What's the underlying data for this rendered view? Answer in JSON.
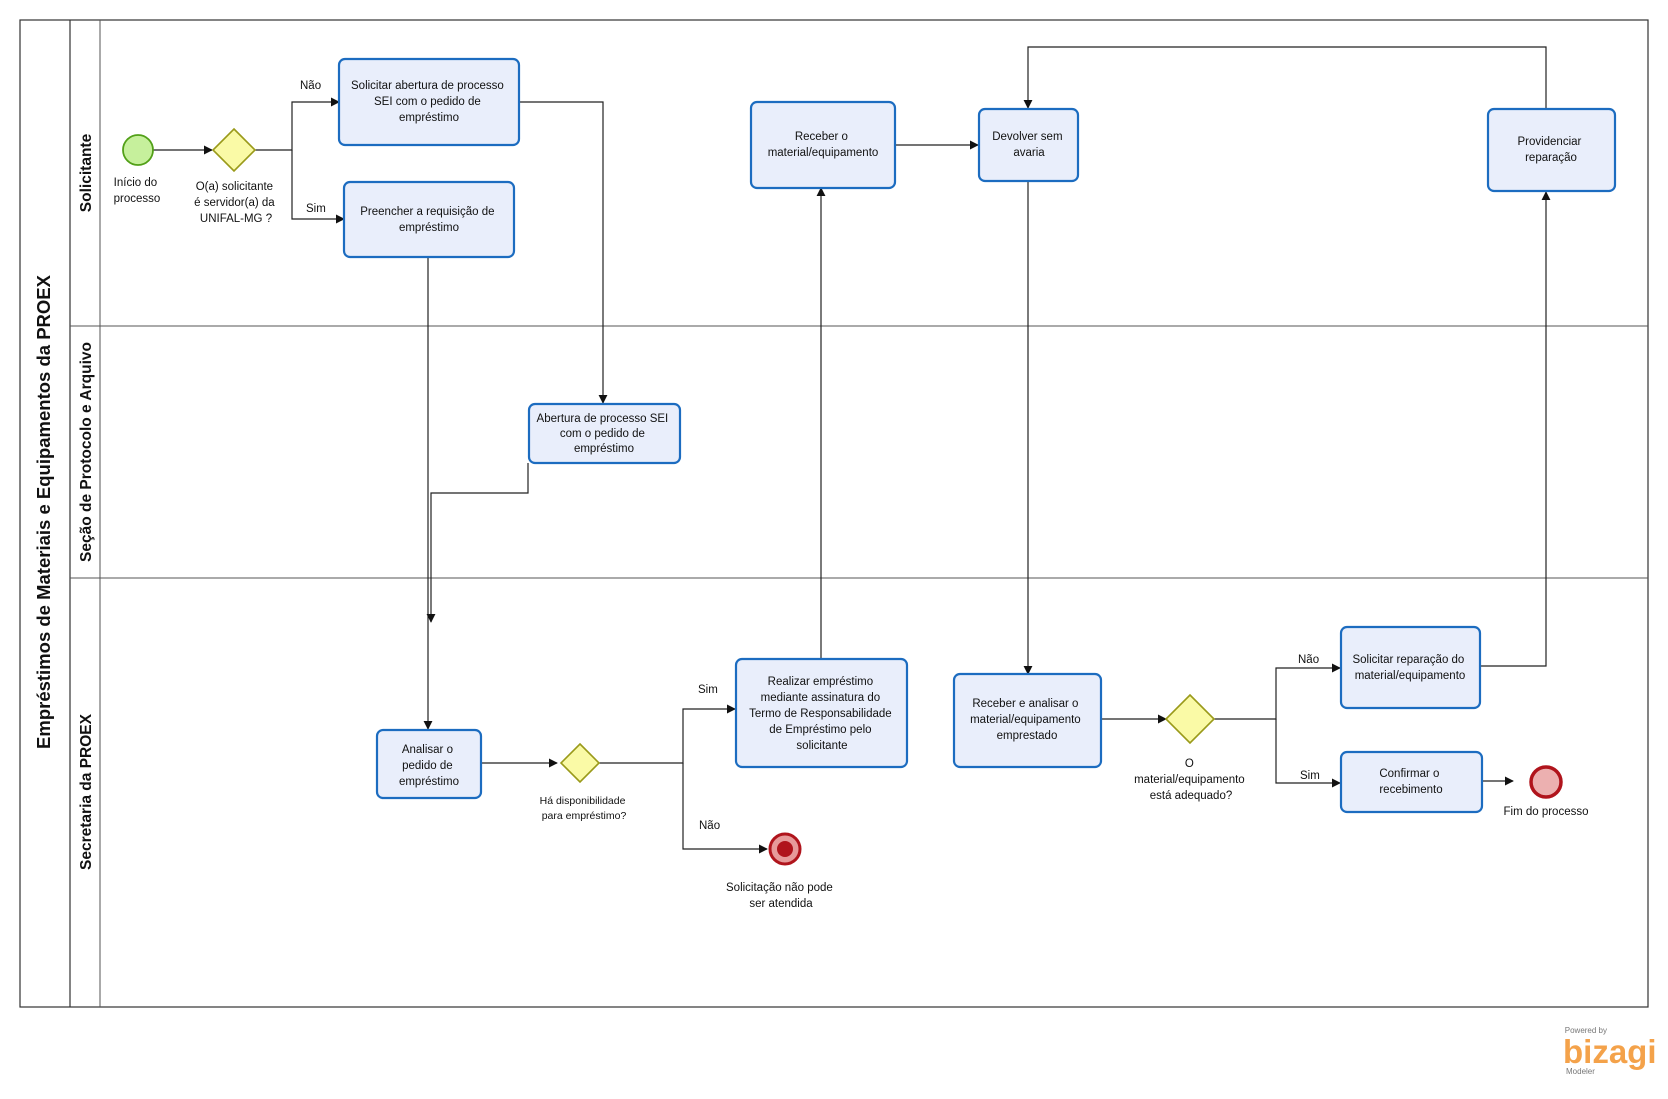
{
  "pool": {
    "title": "Empréstimos de Materiais e Equipamentos da PROEX"
  },
  "lanes": [
    {
      "title": "Solicitante"
    },
    {
      "title": "Seção de Protocolo e Arquivo"
    },
    {
      "title": "Secretaria da PROEX"
    }
  ],
  "events": {
    "start": [
      "Início do",
      "processo"
    ],
    "end_not_served": [
      "Solicitação não pode",
      "ser atendida"
    ],
    "end_process": [
      "Fim do processo"
    ]
  },
  "gateways": {
    "is_server": [
      "O(a) solicitante",
      "é servidor(a) da",
      "UNIFAL-MG ?"
    ],
    "availability": [
      "Há disponibilidade",
      "para empréstimo?"
    ],
    "adequate": [
      "O",
      "material/equipamento",
      "está adequado?"
    ]
  },
  "tasks": {
    "request_sei": [
      "Solicitar abertura de processo",
      "SEI com o pedido de",
      "empréstimo"
    ],
    "fill_request": [
      "Preencher a requisição de",
      "empréstimo"
    ],
    "receive_material": [
      "Receber o",
      "material/equipamento"
    ],
    "return_undamaged": [
      "Devolver sem",
      "avaria"
    ],
    "provide_repair": [
      "Providenciar",
      "reparação"
    ],
    "open_sei": [
      "Abertura de processo SEI",
      "com o pedido de",
      "empréstimo"
    ],
    "analyze_request": [
      "Analisar o",
      "pedido de",
      "empréstimo"
    ],
    "make_loan": [
      "Realizar empréstimo",
      "mediante assinatura do",
      "Termo de Responsabilidade",
      "de Empréstimo pelo",
      "solicitante"
    ],
    "receive_analyze": [
      "Receber e analisar o",
      "material/equipamento",
      "emprestado"
    ],
    "request_repair": [
      "Solicitar reparação do",
      "material/equipamento"
    ],
    "confirm_receipt": [
      "Confirmar o",
      "recebimento"
    ]
  },
  "flow_labels": {
    "no_1": "Não",
    "yes_1": "Sim",
    "yes_2": "Sim",
    "no_2": "Não",
    "no_3": "Não",
    "yes_3": "Sim"
  },
  "branding": {
    "powered": "Powered by",
    "name": "bizagi",
    "product": "Modeler"
  }
}
